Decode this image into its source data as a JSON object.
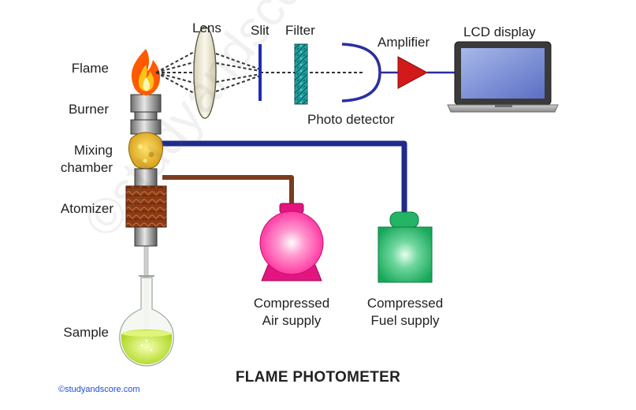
{
  "diagram": {
    "title": "FLAME PHOTOMETER",
    "watermark": "©studyandscore.com",
    "copyright": "©studyandscore.com",
    "labels": {
      "flame": "Flame",
      "burner": "Burner",
      "mixing_chamber_line1": "Mixing",
      "mixing_chamber_line2": "chamber",
      "atomizer": "Atomizer",
      "sample": "Sample",
      "lens": "Lens",
      "slit": "Slit",
      "filter": "Filter",
      "amplifier": "Amplifier",
      "lcd_display": "LCD display",
      "photo_detector": "Photo detector",
      "air_supply_line1": "Compressed",
      "air_supply_line2": "Air supply",
      "fuel_supply_line1": "Compressed",
      "fuel_supply_line2": "Fuel supply"
    },
    "colors": {
      "fuel_line": "#1f2a8c",
      "air_line": "#7a3b1e",
      "slit": "#1e2db5",
      "filter": "#1fa3a0",
      "detector": "#2a2fa0",
      "amplifier": "#d21a1a",
      "air_tank": "#ff3fa6",
      "fuel_tank": "#1fbf6a",
      "sample_liquid": "#c8e63a",
      "screen": "#6f88d8"
    }
  }
}
